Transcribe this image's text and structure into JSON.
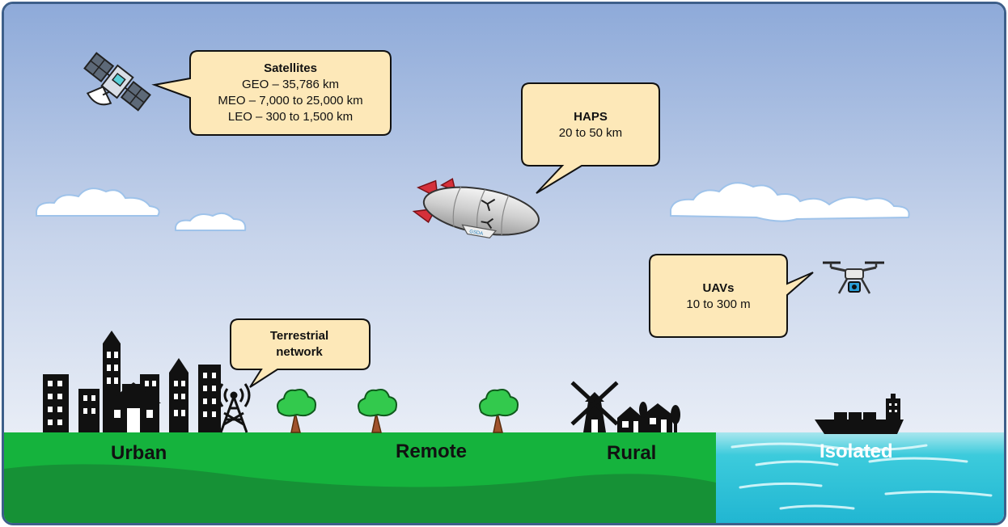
{
  "callouts": {
    "satellites": {
      "title": "Satellites",
      "lines": [
        "GEO – 35,786 km",
        "MEO – 7,000 to 25,000 km",
        "LEO – 300 to 1,500 km"
      ]
    },
    "haps": {
      "title": "HAPS",
      "lines": [
        "20 to 50 km"
      ]
    },
    "uavs": {
      "title": "UAVs",
      "lines": [
        "10 to 300 m"
      ]
    },
    "terrestrial": {
      "title": "Terrestrial network",
      "lines": []
    }
  },
  "regions": {
    "urban": "Urban",
    "remote": "Remote",
    "rural": "Rural",
    "isolated": "Isolated"
  },
  "colors": {
    "sky_top": "#8eaad9",
    "sky_bottom": "#e6ecf6",
    "grass": "#15b33d",
    "grass_dark": "#169136",
    "sea": "#2ec5da",
    "callout_fill": "#fde8b8",
    "frame": "#3d5f8a"
  }
}
